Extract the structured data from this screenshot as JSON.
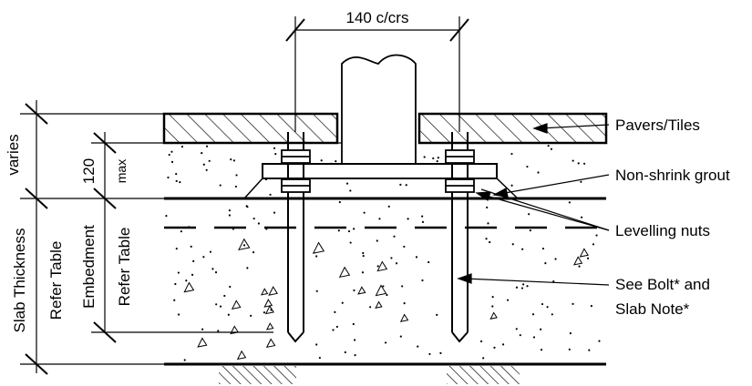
{
  "dimensions": {
    "bolt_spacing": "140 c/crs",
    "varies": "varies",
    "grout_depth": "120",
    "grout_max": "max",
    "slab_thickness": "Slab Thickness",
    "slab_refer": "Refer Table",
    "embedment": "Embedment",
    "embedment_refer": "Refer Table"
  },
  "callouts": {
    "pavers": "Pavers/Tiles",
    "grout": "Non-shrink grout",
    "nuts": "Levelling nuts",
    "bolt_note_line1": "See Bolt* and",
    "bolt_note_line2": "Slab Note*"
  },
  "colors": {
    "line": "#000000",
    "background": "#ffffff"
  }
}
